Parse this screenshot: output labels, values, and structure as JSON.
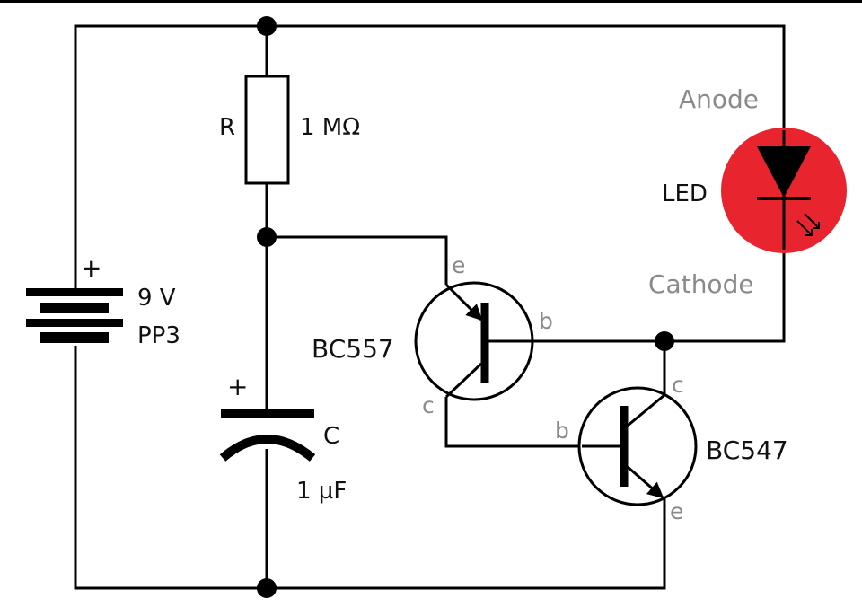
{
  "colors": {
    "wire": "#000000",
    "led_fill": "#e8242e",
    "dark_label": "#111111",
    "gray_label": "#8a8a8a"
  },
  "battery": {
    "plus": "+",
    "voltage": "9 V",
    "type": "PP3"
  },
  "resistor": {
    "name": "R",
    "value": "1 MΩ"
  },
  "capacitor": {
    "plus": "+",
    "name": "C",
    "value": "1 µF"
  },
  "pnp": {
    "name": "BC557",
    "emitter": "e",
    "base": "b",
    "collector": "c"
  },
  "npn": {
    "name": "BC547",
    "emitter": "e",
    "base": "b",
    "collector": "c"
  },
  "led": {
    "name": "LED",
    "anode": "Anode",
    "cathode": "Cathode"
  }
}
